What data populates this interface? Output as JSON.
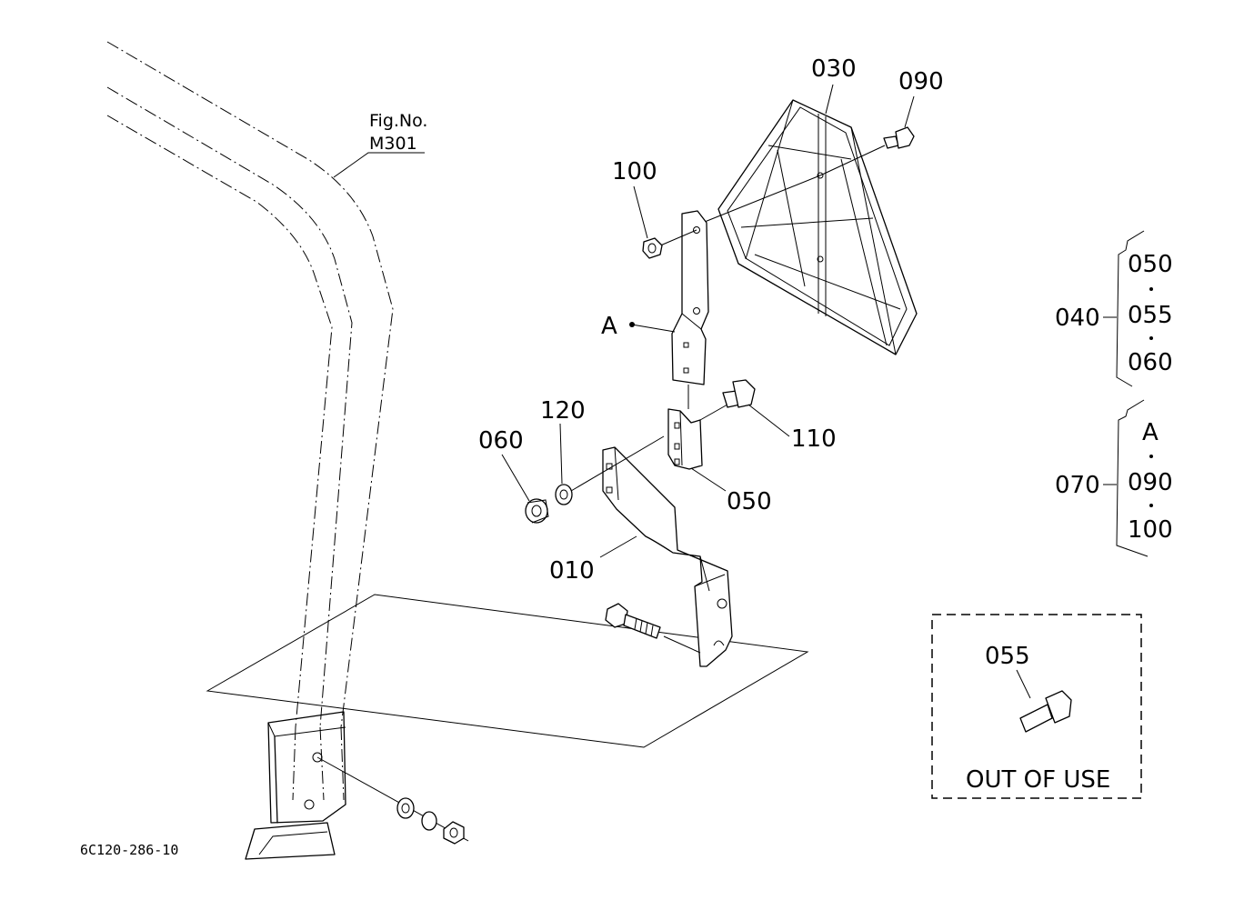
{
  "figure": {
    "ref_title": "Fig.No.",
    "ref_number": "M301",
    "drawing_code": "6C120-286-10"
  },
  "callouts": {
    "p030": "030",
    "p090": "090",
    "p100": "100",
    "a_marker": "A",
    "p120": "120",
    "p060": "060",
    "p110": "110",
    "p050": "050",
    "p010": "010"
  },
  "groups": {
    "g040": {
      "parent": "040",
      "items": [
        "050",
        "055",
        "060"
      ]
    },
    "g070": {
      "parent": "070",
      "items": [
        "A",
        "090",
        "100"
      ]
    }
  },
  "inset": {
    "part": "055",
    "caption": "OUT OF USE"
  }
}
